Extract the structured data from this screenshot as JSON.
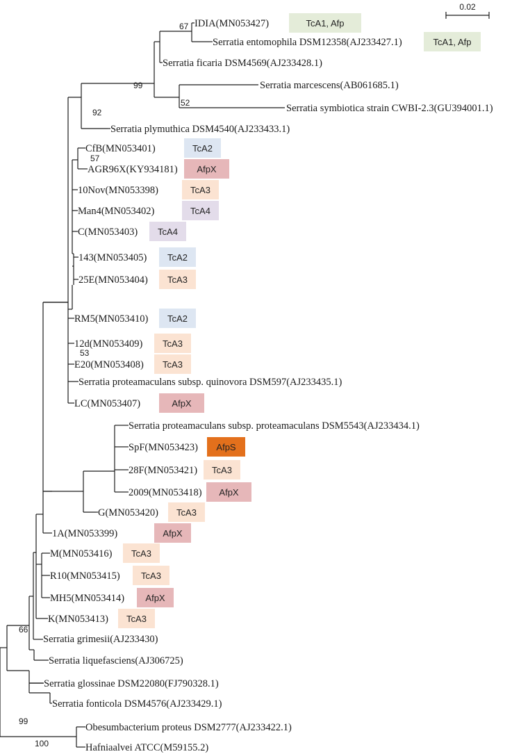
{
  "scale": {
    "label": "0.02"
  },
  "colors": {
    "TcA1, Afp": "#e4ecd9",
    "TcA2": "#dde6f2",
    "TcA3": "#fbe3d2",
    "TcA4": "#e3dcea",
    "AfpX": "#e6b7b9",
    "AfpS": "#e3701c"
  },
  "leaves": [
    {
      "label": "IDIA(MN053427)",
      "tag": "TcA1, Afp"
    },
    {
      "label": "Serratia entomophila DSM12358(AJ233427.1)",
      "tag": "TcA1, Afp"
    },
    {
      "label": "Serratia ficaria DSM4569(AJ233428.1)",
      "tag": ""
    },
    {
      "label": "Serratia marcescens(AB061685.1)",
      "tag": ""
    },
    {
      "label": "Serratia symbiotica strain CWBI-2.3(GU394001.1)",
      "tag": ""
    },
    {
      "label": "Serratia plymuthica DSM4540(AJ233433.1)",
      "tag": ""
    },
    {
      "label": "CfB(MN053401)",
      "tag": "TcA2"
    },
    {
      "label": "AGR96X(KY934181)",
      "tag": "AfpX"
    },
    {
      "label": "10Nov(MN053398)",
      "tag": "TcA3"
    },
    {
      "label": "Man4(MN053402)",
      "tag": "TcA4"
    },
    {
      "label": "C(MN053403)",
      "tag": "TcA4"
    },
    {
      "label": "143(MN053405)",
      "tag": "TcA2"
    },
    {
      "label": "25E(MN053404)",
      "tag": "TcA3"
    },
    {
      "label": "RM5(MN053410)",
      "tag": "TcA2"
    },
    {
      "label": "12d(MN053409)",
      "tag": "TcA3"
    },
    {
      "label": "E20(MN053408)",
      "tag": "TcA3"
    },
    {
      "label": "Serratia proteamaculans subsp. quinovora DSM597(AJ233435.1)",
      "tag": ""
    },
    {
      "label": "LC(MN053407)",
      "tag": "AfpX"
    },
    {
      "label": "Serratia proteamaculans subsp. proteamaculans DSM5543(AJ233434.1)",
      "tag": ""
    },
    {
      "label": "SpF(MN053423)",
      "tag": "AfpS"
    },
    {
      "label": "28F(MN053421)",
      "tag": "TcA3"
    },
    {
      "label": "2009(MN053418)",
      "tag": "AfpX"
    },
    {
      "label": "G(MN053420)",
      "tag": "TcA3"
    },
    {
      "label": "1A(MN053399)",
      "tag": "AfpX"
    },
    {
      "label": "M(MN053416)",
      "tag": "TcA3"
    },
    {
      "label": "R10(MN053415)",
      "tag": "TcA3"
    },
    {
      "label": "MH5(MN053414)",
      "tag": "AfpX"
    },
    {
      "label": "K(MN053413)",
      "tag": "TcA3"
    },
    {
      "label": "Serratia grimesii(AJ233430)",
      "tag": ""
    },
    {
      "label": "Serratia liquefasciens(AJ306725)",
      "tag": ""
    },
    {
      "label": "Serratia glossinae DSM22080(FJ790328.1)",
      "tag": ""
    },
    {
      "label": "Serratia fonticola DSM4576(AJ233429.1)",
      "tag": ""
    },
    {
      "label": "Obesumbacterium proteus DSM2777(AJ233422.1)",
      "tag": ""
    },
    {
      "label": "Hafniaalvei ATCC(M59155.2)",
      "tag": ""
    }
  ],
  "bootstrap": [
    "67",
    "99",
    "52",
    "92",
    "57",
    "53",
    "66",
    "99",
    "100"
  ]
}
